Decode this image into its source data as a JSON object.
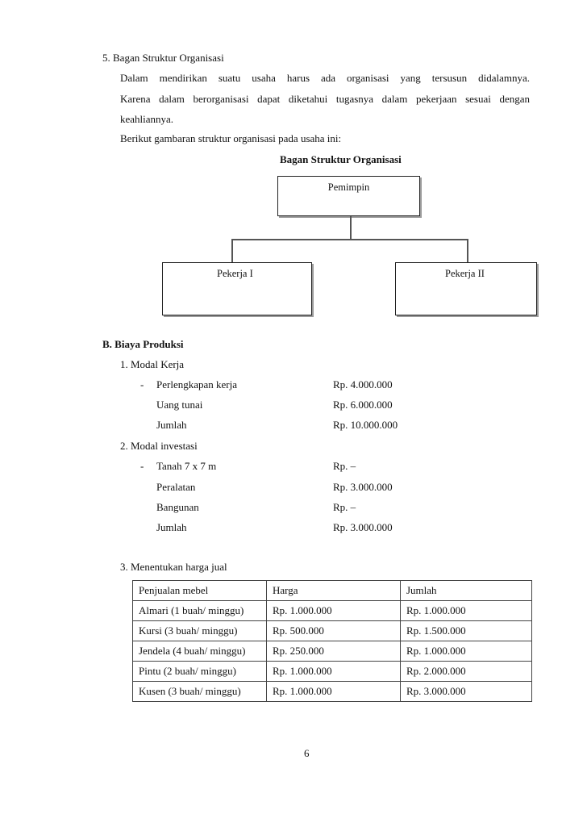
{
  "section5": {
    "heading": "5.  Bagan Struktur Organisasi",
    "para_line1": "Dalam mendirikan suatu usaha harus ada organisasi yang tersusun didalamnya.",
    "para_line2": "Karena dalam berorganisasi dapat diketahui  tugasnya dalam pekerjaan sesuai dengan",
    "para_line3": "keahliannya.",
    "intro": "Berikut gambaran struktur organisasi pada usaha ini:",
    "chart_title": "Bagan Struktur Organisasi",
    "org": {
      "top": "Pemimpin",
      "left": "Pekerja I",
      "right": "Pekerja II"
    }
  },
  "sectionB": {
    "heading": "B.  Biaya Produksi",
    "modal_kerja": {
      "title": "1.  Modal Kerja",
      "bullet": "-",
      "items": [
        {
          "label": "Perlengkapan kerja",
          "value": "Rp. 4.000.000"
        },
        {
          "label": "Uang tunai",
          "value": "Rp. 6.000.000"
        },
        {
          "label": "Jumlah",
          "value": "Rp. 10.000.000"
        }
      ]
    },
    "modal_investasi": {
      "title": "2.  Modal investasi",
      "bullet": "-",
      "items": [
        {
          "label": "Tanah 7 x 7 m",
          "value": "Rp. –"
        },
        {
          "label": "Peralatan",
          "value": "Rp. 3.000.000"
        },
        {
          "label": "Bangunan",
          "value": "Rp. –"
        },
        {
          "label": "Jumlah",
          "value": "Rp. 3.000.000"
        }
      ]
    },
    "harga_jual": {
      "title": "3.  Menentukan harga jual",
      "headers": [
        "Penjualan mebel",
        "Harga",
        "Jumlah"
      ],
      "rows": [
        [
          "Almari (1 buah/ minggu)",
          "Rp. 1.000.000",
          "Rp. 1.000.000"
        ],
        [
          "Kursi (3 buah/ minggu)",
          "Rp. 500.000",
          "Rp. 1.500.000"
        ],
        [
          "Jendela (4 buah/ minggu)",
          "Rp. 250.000",
          "Rp. 1.000.000"
        ],
        [
          "Pintu (2 buah/ minggu)",
          "Rp. 1.000.000",
          "Rp. 2.000.000"
        ],
        [
          "Kusen (3 buah/ minggu)",
          "Rp. 1.000.000",
          "Rp. 3.000.000"
        ]
      ]
    }
  },
  "page_number": "6"
}
